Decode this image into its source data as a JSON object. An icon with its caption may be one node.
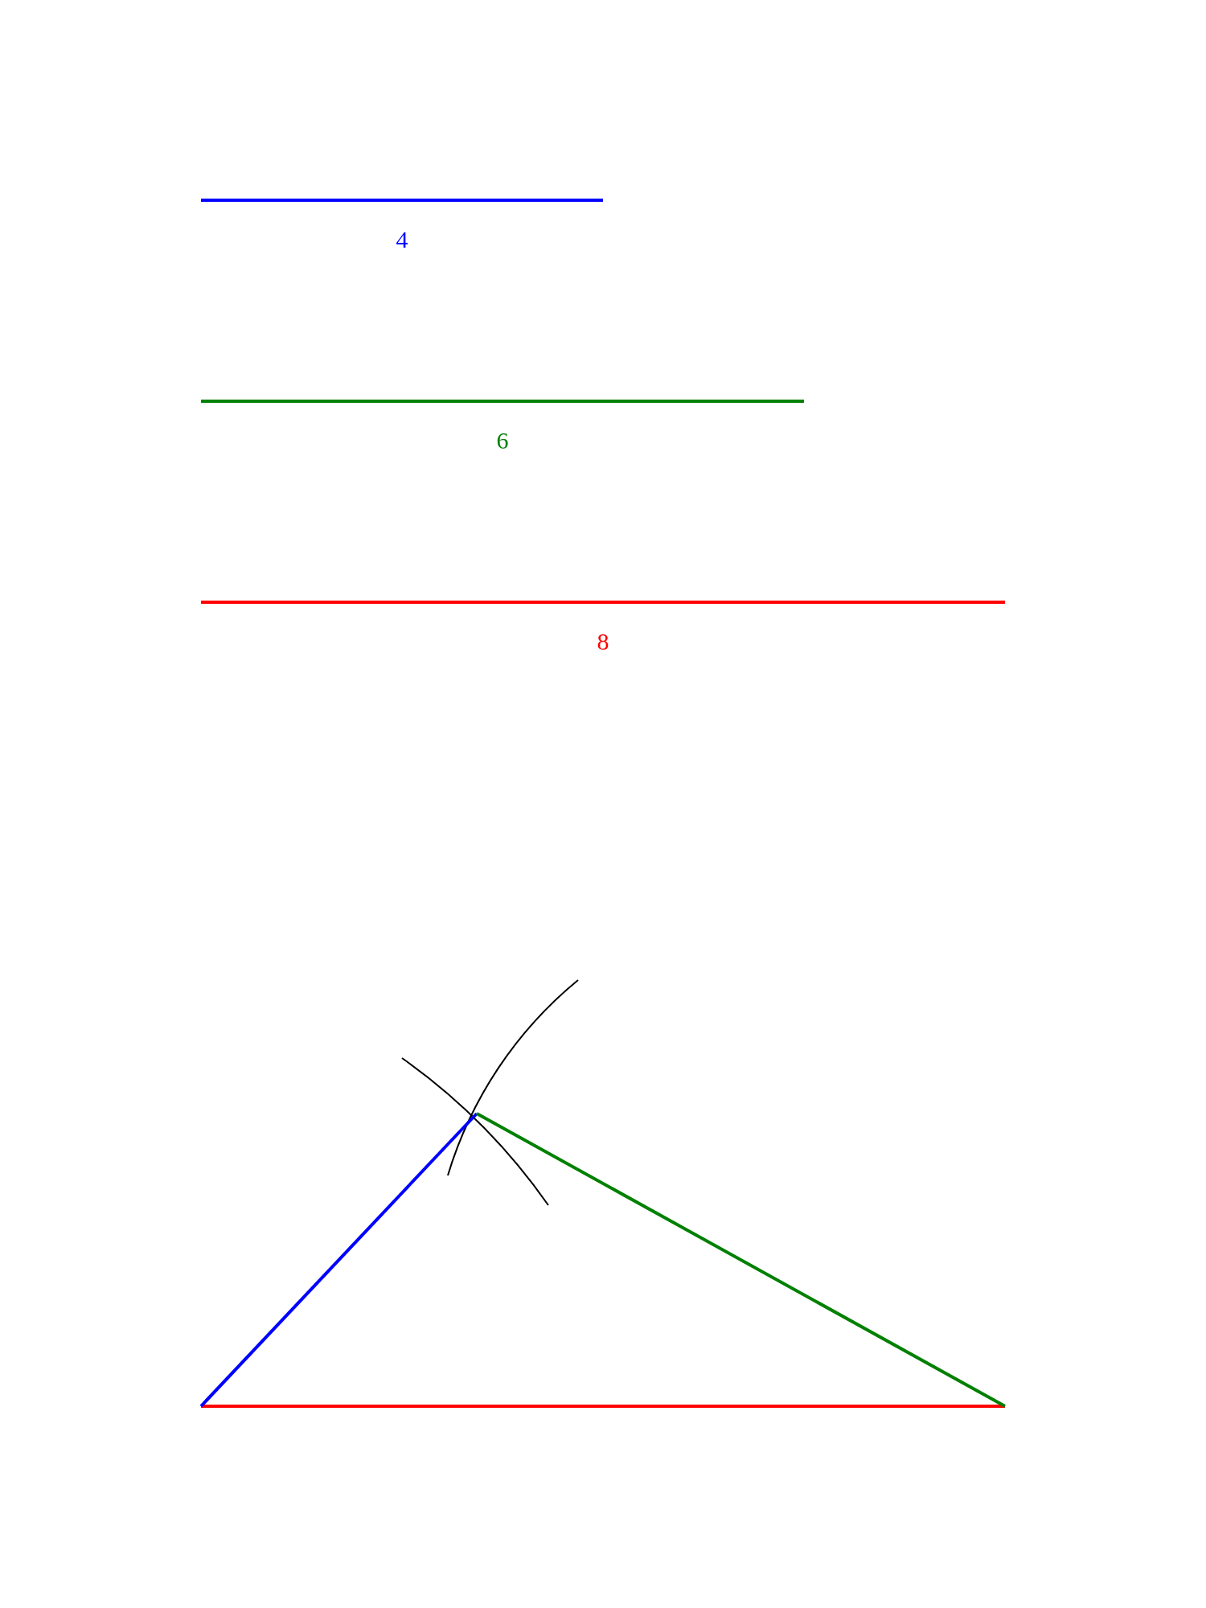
{
  "diagram": {
    "labels": [
      "4",
      "6",
      "8"
    ]
  }
}
